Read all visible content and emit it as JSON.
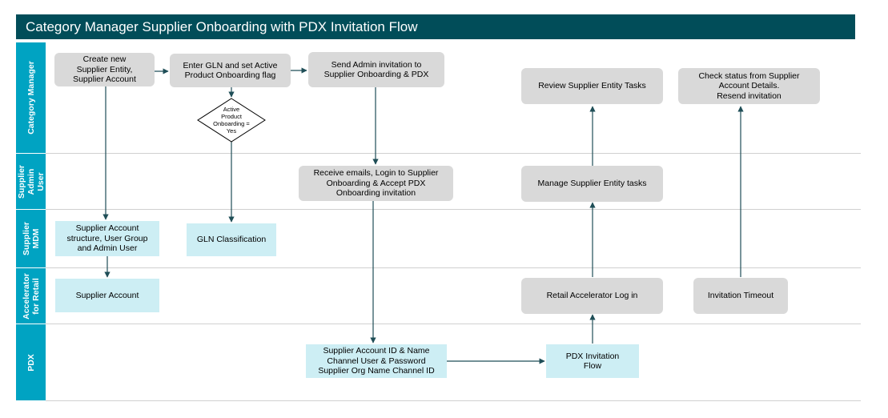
{
  "title": "Category Manager Supplier Onboarding with PDX Invitation Flow",
  "lanes": [
    {
      "label": "Category Manager"
    },
    {
      "label": "Supplier\nAdmin\nUser"
    },
    {
      "label": "Supplier\nMDM"
    },
    {
      "label": "Accelerator\nfor Retail"
    },
    {
      "label": "PDX"
    }
  ],
  "nodes": {
    "create_supplier": "Create new\nSupplier Entity,\nSupplier Account",
    "enter_gln": "Enter GLN and set Active\nProduct Onboarding flag",
    "send_admin_invitation": "Send Admin invitation to\nSupplier Onboarding & PDX",
    "review_tasks": "Review Supplier Entity Tasks",
    "check_status": "Check status from Supplier\nAccount Details.\nResend invitation",
    "decision": "Active\nProduct\nOnboarding =\nYes",
    "receive_emails": "Receive emails, Login to Supplier\nOnboarding & Accept PDX\nOnboarding invitation",
    "manage_tasks": "Manage Supplier Entity tasks",
    "account_structure": "Supplier Account\nstructure, User Group\nand Admin User",
    "gln_classification": "GLN Classification",
    "supplier_account": "Supplier Account",
    "retail_login": "Retail Accelerator Log in",
    "invitation_timeout": "Invitation Timeout",
    "supplier_ids": "Supplier Account ID & Name\nChannel User & Password\nSupplier Org Name Channel ID",
    "pdx_flow": "PDX Invitation\nFlow"
  },
  "colors": {
    "title_bar": "#014d59",
    "lane_label": "#00a3c2",
    "grey_box": "#d9d9d9",
    "blue_box": "#cdeef4",
    "arrow": "#1f4e57"
  }
}
